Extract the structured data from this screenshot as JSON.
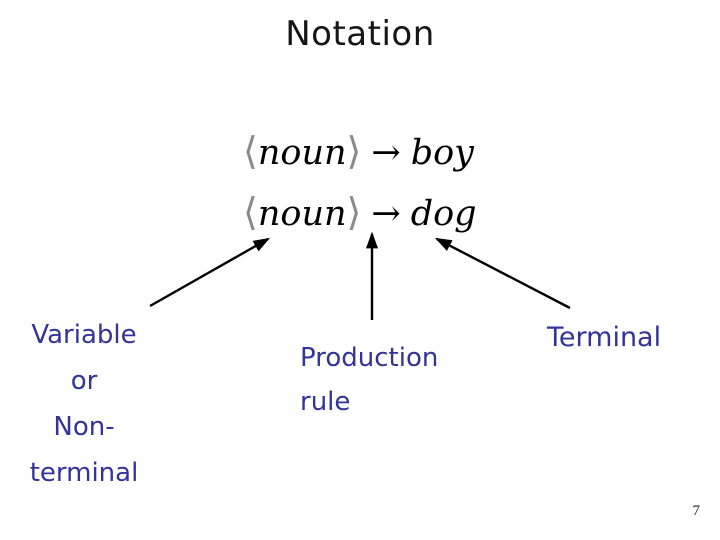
{
  "title": "Notation",
  "page_number": "7",
  "rules": [
    {
      "lhs_open": "⟨",
      "lhs": "noun",
      "lhs_close": "⟩",
      "arrow": "→",
      "rhs": "boy"
    },
    {
      "lhs_open": "⟨",
      "lhs": "noun",
      "lhs_close": "⟩",
      "arrow": "→",
      "rhs": "dog"
    }
  ],
  "labels": {
    "variable": {
      "lines": [
        "Variable",
        "or",
        "Non-terminal"
      ]
    },
    "production": {
      "lines": [
        "Production",
        "rule"
      ]
    },
    "terminal": {
      "lines": [
        "Terminal"
      ]
    }
  },
  "colors": {
    "background": "#ffffff",
    "title_text": "#161616",
    "label_text": "#333399",
    "math_text": "#000000",
    "bracket": "#8a8a8a",
    "connector": "#000000",
    "page_number": "#222222"
  }
}
